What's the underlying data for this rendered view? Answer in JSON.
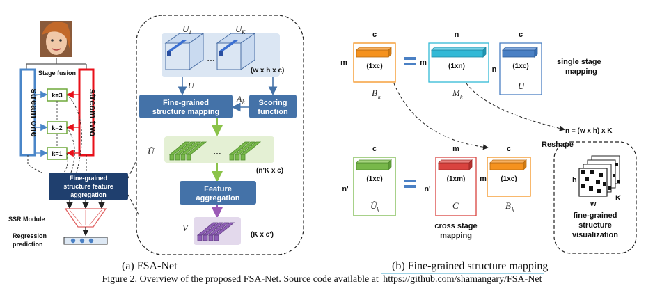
{
  "stage_fusion_label": "Stage fusion",
  "stream_one_label": "stream one",
  "stream_two_label": "stream two",
  "k_labels": [
    "k=3",
    "k=2",
    "k=1"
  ],
  "fgsfa_label": [
    "Fine-grained",
    "structure feature",
    "aggregation"
  ],
  "ssr_module_label": "SSR Module",
  "regression_label": [
    "Regression",
    "prediction"
  ],
  "fsa": {
    "u1": "U",
    "u1_sub": "1",
    "uk": "U",
    "uk_sub": "K",
    "dim_whc": "(w x h x c)",
    "u_label": "U",
    "ak": "A",
    "ak_sub": "k",
    "fgsm_label": [
      "Fine-grained",
      "structure mapping"
    ],
    "scoring_label": [
      "Scoring",
      "function"
    ],
    "u_tilde": "Ũ",
    "dim_nk": "(n'K x c)",
    "feature_agg_label": [
      "Feature",
      "aggregation"
    ],
    "v_label": "V",
    "dim_kc": "(K x c')",
    "dots": "…"
  },
  "mapping": {
    "c": "c",
    "n": "n",
    "m": "m",
    "n_prime": "n'",
    "one_xc": "(1xc)",
    "one_xn": "(1xn)",
    "one_xm": "(1xm)",
    "bk": "B",
    "bk_sub": "k",
    "mk": "M",
    "mk_sub": "k",
    "u": "U",
    "uk_tilde": "Ũ",
    "uk_tilde_sub": "k",
    "c_cap": "C",
    "single_stage": [
      "single stage",
      "mapping"
    ],
    "cross_stage": [
      "cross stage",
      "mapping"
    ],
    "n_formula": "n = (w x h) x K",
    "reshape": "Reshape",
    "h": "h",
    "w": "w",
    "k": "K",
    "viz_label": [
      "fine-grained",
      "structure",
      "visualization"
    ]
  },
  "caption": {
    "a": "(a) FSA-Net",
    "b": "(b) Fine-grained structure mapping",
    "fig_text": "Figure 2.  Overview of the proposed FSA-Net. Source code available at ",
    "link": "https://github.com/shamangary/FSA-Net"
  },
  "colors": {
    "stream_one": "#4a86c8",
    "stream_two": "#e8101a",
    "stage_box": "#6fa83a",
    "dark_blue": "#1f3f6e",
    "mid_blue": "#4472a8",
    "light_bg": "#dbe6f3",
    "green_bg": "#e4f0d4",
    "purple_bg": "#e3d9ec",
    "orange": "#f5921e",
    "cyan": "#33b9d6",
    "blue": "#4a80c4",
    "green": "#78b84a",
    "red": "#d9433f"
  }
}
